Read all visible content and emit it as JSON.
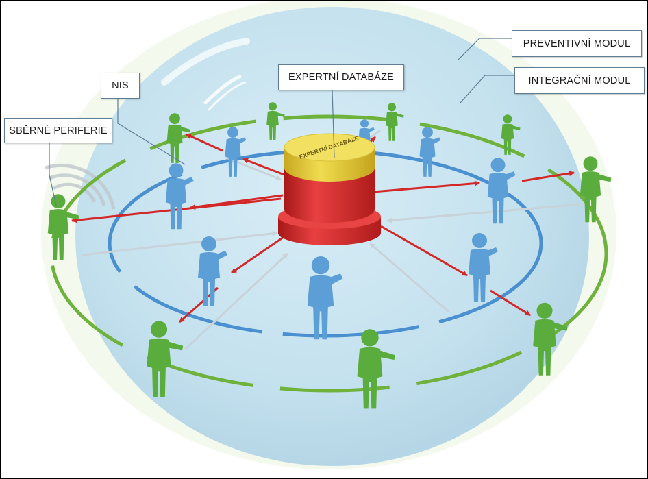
{
  "labels": {
    "preventivni": "PREVENTIVNÍ MODUL",
    "integracni": "INTEGRAČNÍ MODUL",
    "expertni": "EXPERTNÍ DATABÁZE",
    "nis": "NIS",
    "sberne": "SBĚRNÉ PERIFERIE"
  },
  "database_label": "EXPERTNÍ DATABÁZE",
  "colors": {
    "sphere": "#c9e4f0",
    "outer_ring": "#6fb23b",
    "inner_ring": "#4a90d0",
    "person_green": "#5aac3c",
    "person_blue": "#5b9fd6",
    "arrow_red": "#d42828",
    "arrow_gray": "#c8d2d8",
    "db_red": "#d62a2a",
    "db_yellow": "#e3cd3a"
  }
}
